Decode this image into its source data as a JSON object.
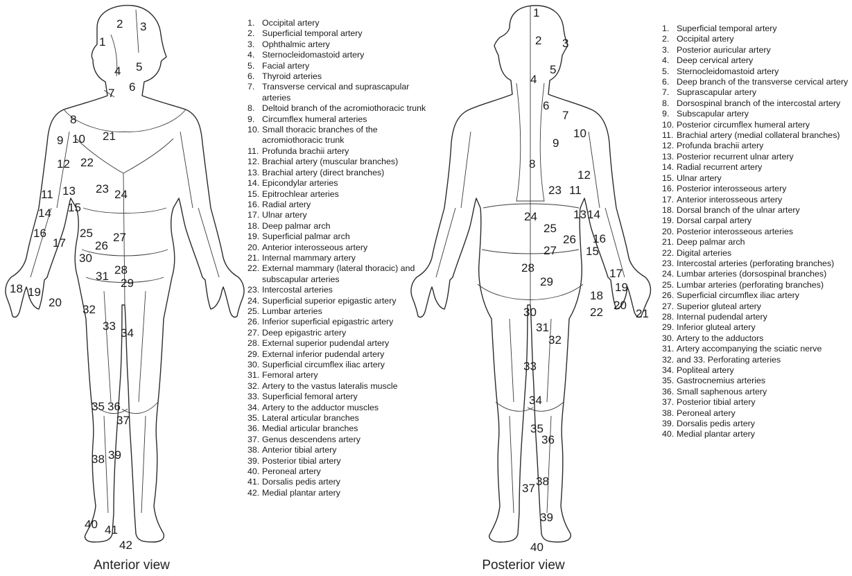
{
  "anterior": {
    "caption": "Anterior view",
    "legend": [
      {
        "n": "1.",
        "t": "Occipital artery"
      },
      {
        "n": "2.",
        "t": "Superficial temporal artery"
      },
      {
        "n": "3.",
        "t": "Ophthalmic artery"
      },
      {
        "n": "4.",
        "t": "Sternocleidomastoid artery"
      },
      {
        "n": "5.",
        "t": "Facial artery"
      },
      {
        "n": "6.",
        "t": "Thyroid arteries"
      },
      {
        "n": "7.",
        "t": "Transverse cervical and suprascapular arteries"
      },
      {
        "n": "8.",
        "t": "Deltoid branch of the acromiothoracic trunk"
      },
      {
        "n": "9.",
        "t": "Circumflex humeral arteries"
      },
      {
        "n": "10.",
        "t": "Small thoracic branches of the acromiothoracic trunk"
      },
      {
        "n": "11.",
        "t": "Profunda brachii artery"
      },
      {
        "n": "12.",
        "t": "Brachial artery (muscular branches)"
      },
      {
        "n": "13.",
        "t": "Brachial artery (direct branches)"
      },
      {
        "n": "14.",
        "t": "Epicondylar arteries"
      },
      {
        "n": "15.",
        "t": "Epitrochlear arteries"
      },
      {
        "n": "16.",
        "t": "Radial artery"
      },
      {
        "n": "17.",
        "t": "Ulnar artery"
      },
      {
        "n": "18.",
        "t": "Deep palmar arch"
      },
      {
        "n": "19.",
        "t": "Superficial palmar arch"
      },
      {
        "n": "20.",
        "t": "Anterior interosseous artery"
      },
      {
        "n": "21.",
        "t": "Internal mammary artery"
      },
      {
        "n": "22.",
        "t": "External mammary (lateral thoracic) and subscapular arteries"
      },
      {
        "n": "23.",
        "t": "Intercostal arteries"
      },
      {
        "n": "24.",
        "t": "Superficial superior epigastic artery"
      },
      {
        "n": "25.",
        "t": "Lumbar arteries"
      },
      {
        "n": "26.",
        "t": "Inferior superficial epigastric artery"
      },
      {
        "n": "27.",
        "t": "Deep epigastric artery"
      },
      {
        "n": "28.",
        "t": "External superior pudendal artery"
      },
      {
        "n": "29.",
        "t": "External inferior pudendal artery"
      },
      {
        "n": "30.",
        "t": "Superficial circumflex iliac artery"
      },
      {
        "n": "31.",
        "t": "Femoral artery"
      },
      {
        "n": "32.",
        "t": "Artery to the vastus lateralis muscle"
      },
      {
        "n": "33.",
        "t": "Superficial femoral artery"
      },
      {
        "n": "34.",
        "t": "Artery to the adductor muscles"
      },
      {
        "n": "35.",
        "t": "Lateral articular branches"
      },
      {
        "n": "36.",
        "t": "Medial articular branches"
      },
      {
        "n": "37.",
        "t": "Genus descendens artery"
      },
      {
        "n": "38.",
        "t": "Anterior tibial artery"
      },
      {
        "n": "39.",
        "t": "Posterior tibial artery"
      },
      {
        "n": "40.",
        "t": "Peroneal artery"
      },
      {
        "n": "41.",
        "t": "Dorsalis pedis artery"
      },
      {
        "n": "42.",
        "t": "Medial plantar artery"
      }
    ],
    "figure_numbers": [
      "1",
      "2",
      "3",
      "4",
      "5",
      "6",
      "7",
      "8",
      "9",
      "10",
      "11",
      "12",
      "13",
      "14",
      "15",
      "16",
      "17",
      "18",
      "19",
      "20",
      "21",
      "22",
      "23",
      "24",
      "25",
      "26",
      "27",
      "28",
      "29",
      "30",
      "31",
      "32",
      "33",
      "34",
      "35",
      "36",
      "37",
      "38",
      "39",
      "40",
      "41",
      "42"
    ]
  },
  "posterior": {
    "caption": "Posterior view",
    "legend": [
      {
        "n": "1.",
        "t": "Superficial temporal artery"
      },
      {
        "n": "2.",
        "t": "Occipital artery"
      },
      {
        "n": "3.",
        "t": "Posterior auricular artery"
      },
      {
        "n": "4.",
        "t": "Deep cervical artery"
      },
      {
        "n": "5.",
        "t": "Sternocleidomastoid artery"
      },
      {
        "n": "6.",
        "t": "Deep branch of the transverse cervical artery"
      },
      {
        "n": "7.",
        "t": "Suprascapular artery"
      },
      {
        "n": "8.",
        "t": "Dorsospinal branch of the intercostal artery"
      },
      {
        "n": "9.",
        "t": "Subscapular artery"
      },
      {
        "n": "10.",
        "t": "Posterior circumflex humeral artery"
      },
      {
        "n": "11.",
        "t": "Brachial artery (medial collateral branches)"
      },
      {
        "n": "12.",
        "t": "Profunda brachii artery"
      },
      {
        "n": "13.",
        "t": "Posterior recurrent ulnar artery"
      },
      {
        "n": "14.",
        "t": "Radial recurrent artery"
      },
      {
        "n": "15.",
        "t": "Ulnar artery"
      },
      {
        "n": "16.",
        "t": "Posterior interosseous artery"
      },
      {
        "n": "17.",
        "t": "Anterior interosseous artery"
      },
      {
        "n": "18.",
        "t": "Dorsal branch of the ulnar artery"
      },
      {
        "n": "19.",
        "t": "Dorsal carpal artery"
      },
      {
        "n": "20.",
        "t": "Posterior interosseous arteries"
      },
      {
        "n": "21.",
        "t": "Deep palmar arch"
      },
      {
        "n": "22.",
        "t": "Digital arteries"
      },
      {
        "n": "23.",
        "t": "Intercostal arteries (perforating branches)"
      },
      {
        "n": "24.",
        "t": "Lumbar arteries (dorsospinal branches)"
      },
      {
        "n": "25.",
        "t": "Lumbar arteries (perforating branches)"
      },
      {
        "n": "26.",
        "t": "Superficial circumflex iliac artery"
      },
      {
        "n": "27.",
        "t": "Superior gluteal artery"
      },
      {
        "n": "28.",
        "t": "Internal pudendal artery"
      },
      {
        "n": "29.",
        "t": "Inferior gluteal artery"
      },
      {
        "n": "30.",
        "t": "Artery to the adductors"
      },
      {
        "n": "31.",
        "t": "Artery accompanying the sciatic nerve"
      },
      {
        "n": "32.",
        "t": "and 33. Perforating arteries"
      },
      {
        "n": "34.",
        "t": "Popliteal artery"
      },
      {
        "n": "35.",
        "t": "Gastrocnemius arteries"
      },
      {
        "n": "36.",
        "t": "Small saphenous artery"
      },
      {
        "n": "37.",
        "t": "Posterior tibial artery"
      },
      {
        "n": "38.",
        "t": "Peroneal artery"
      },
      {
        "n": "39.",
        "t": "Dorsalis pedis artery"
      },
      {
        "n": "40.",
        "t": "Medial plantar artery"
      }
    ],
    "figure_numbers": [
      "1",
      "2",
      "3",
      "4",
      "5",
      "6",
      "7",
      "8",
      "9",
      "10",
      "11",
      "12",
      "13",
      "14",
      "15",
      "16",
      "17",
      "18",
      "19",
      "20",
      "21",
      "22",
      "23",
      "24",
      "25",
      "26",
      "27",
      "28",
      "29",
      "30",
      "31",
      "32",
      "33",
      "34",
      "35",
      "36",
      "37",
      "38",
      "39",
      "40"
    ]
  }
}
